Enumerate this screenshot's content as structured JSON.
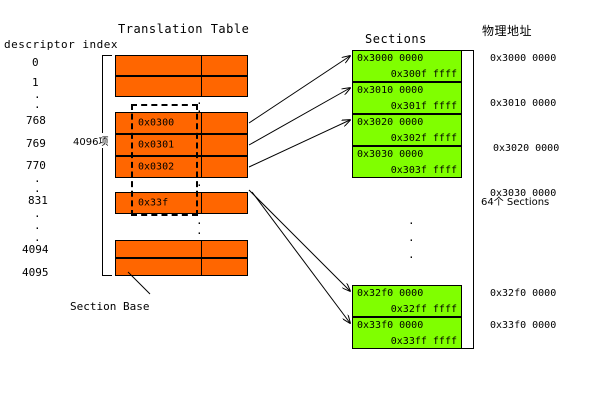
{
  "headings": {
    "descriptor_index": "descriptor index",
    "translation_table": "Translation Table",
    "sections": "Sections",
    "physical_address": "物理地址"
  },
  "labels": {
    "entry_count": "4096项",
    "section_base": "Section Base",
    "section_count": "64个 Sections",
    "ellipsis": "."
  },
  "colors": {
    "table_fill": "#FF6600",
    "section_fill": "#80FF00",
    "stroke": "#000000",
    "background": "#FFFFFF"
  },
  "descriptor_index": [
    {
      "label": "0",
      "type": "index"
    },
    {
      "label": "1",
      "type": "index"
    },
    {
      "label": ".",
      "type": "dots"
    },
    {
      "label": "768",
      "type": "index"
    },
    {
      "label": "769",
      "type": "index"
    },
    {
      "label": "770",
      "type": "index"
    },
    {
      "label": ".",
      "type": "dots"
    },
    {
      "label": "831",
      "type": "index"
    },
    {
      "label": ".",
      "type": "dots"
    },
    {
      "label": "4094",
      "type": "index"
    },
    {
      "label": "4095",
      "type": "index"
    }
  ],
  "translation_table": {
    "rows": [
      {
        "index": "0",
        "value": ""
      },
      {
        "index": "1",
        "value": ""
      },
      {
        "index": "768",
        "value": "0x0300"
      },
      {
        "index": "769",
        "value": "0x0301"
      },
      {
        "index": "770",
        "value": "0x0302"
      },
      {
        "index": "831",
        "value": "0x33f"
      },
      {
        "index": "4094",
        "value": ""
      },
      {
        "index": "4095",
        "value": ""
      }
    ]
  },
  "sections": [
    {
      "start": "0x3000 0000",
      "end": "0x300f ffff"
    },
    {
      "start": "0x3010 0000",
      "end": "0x301f ffff"
    },
    {
      "start": "0x3020 0000",
      "end": "0x302f ffff"
    },
    {
      "start": "0x3030 0000",
      "end": "0x303f ffff"
    },
    {
      "start": "0x32f0 0000",
      "end": "0x32ff ffff"
    },
    {
      "start": "0x33f0 0000",
      "end": "0x33ff ffff"
    }
  ],
  "physical_addresses": [
    "0x3000 0000",
    "0x3010 0000",
    "0x3020 0000",
    "0x3030 0000",
    "0x32f0 0000",
    "0x33f0 0000"
  ]
}
